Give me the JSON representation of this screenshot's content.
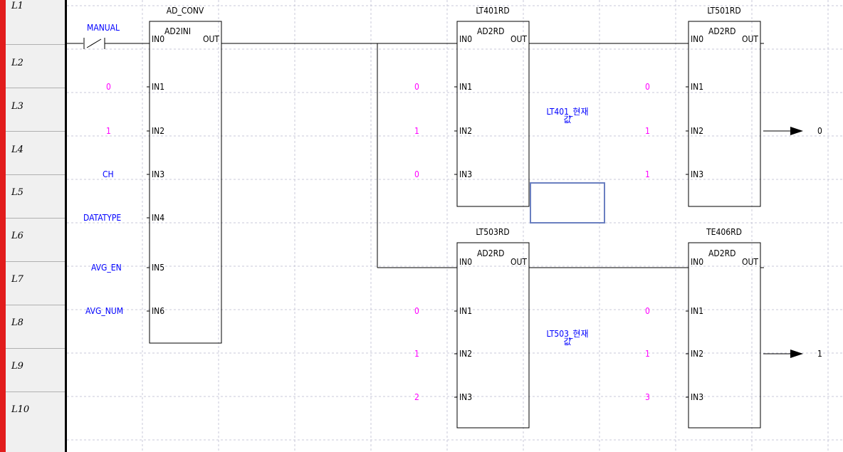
{
  "rows": [
    "L1",
    "L2",
    "L3",
    "L4",
    "L5",
    "L6",
    "L7",
    "L8",
    "L9",
    "L10"
  ],
  "contact": {
    "label": "MANUAL"
  },
  "blocks": [
    {
      "instance": "AD_CONV",
      "type": "AD2INI",
      "pins": [
        "IN0",
        "IN1",
        "IN2",
        "IN3",
        "IN4",
        "IN5",
        "IN6"
      ],
      "out": "OUT"
    },
    {
      "instance": "LT401RD",
      "type": "AD2RD",
      "pins": [
        "IN0",
        "IN1",
        "IN2",
        "IN3"
      ],
      "out": "OUT"
    },
    {
      "instance": "LT501RD",
      "type": "AD2RD",
      "pins": [
        "IN0",
        "IN1",
        "IN2",
        "IN3"
      ],
      "out": "OUT"
    },
    {
      "instance": "LT503RD",
      "type": "AD2RD",
      "pins": [
        "IN0",
        "IN1",
        "IN2",
        "IN3"
      ],
      "out": "OUT"
    },
    {
      "instance": "TE406RD",
      "type": "AD2RD",
      "pins": [
        "IN0",
        "IN1",
        "IN2",
        "IN3"
      ],
      "out": "OUT"
    }
  ],
  "adconv_inputs": [
    "0",
    "1",
    "CH",
    "DATATYPE",
    "AVG_EN",
    "AVG_NUM"
  ],
  "lt401_inputs": [
    "0",
    "1",
    "0"
  ],
  "lt501_inputs": [
    "0",
    "1",
    "1"
  ],
  "lt503_inputs": [
    "0",
    "1",
    "2"
  ],
  "te406_inputs": [
    "0",
    "1",
    "3"
  ],
  "annotations": [
    "LT401_현재\n값",
    "LT503_현재\n값"
  ],
  "outputs": [
    "0",
    "1"
  ],
  "colors": {
    "variable": "#0000ff",
    "constant": "#ff00ff",
    "rail": "#e21c1c",
    "selection": "#6a7fc0"
  }
}
